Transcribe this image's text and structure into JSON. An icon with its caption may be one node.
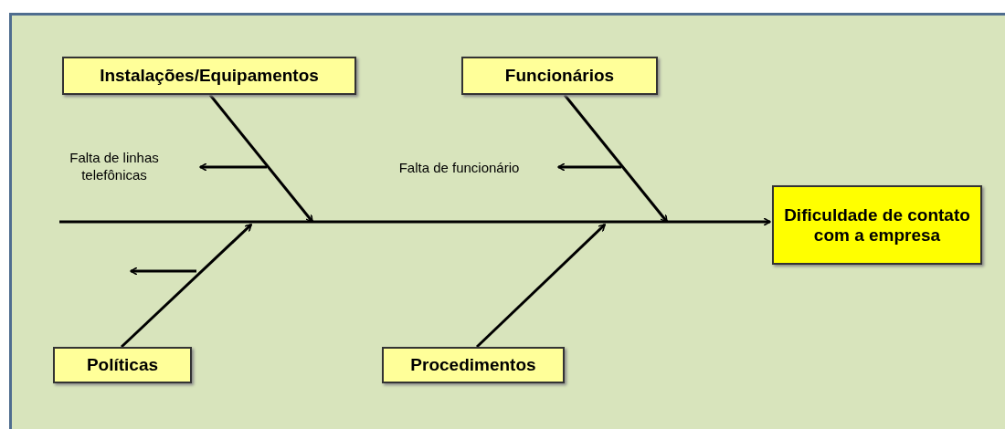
{
  "diagram": {
    "nodes": [
      {
        "text": [
          "Instalações/Equipamentos"
        ]
      },
      {
        "text": [
          "Funcionários"
        ]
      },
      {
        "text": [
          "Dificuldade de contato com a empresa"
        ]
      },
      {
        "text": [
          "Políticas"
        ]
      },
      {
        "text": [
          "Procedimentos"
        ]
      },
      {
        "text": [
          "Falta de linhas telefônicas"
        ]
      },
      {
        "text": [
          "Falta de funcionário"
        ]
      }
    ],
    "edges": [
      {
        "from": null,
        "to": 2,
        "arrow": "to"
      },
      {
        "from": 0,
        "to": null,
        "arrow": "to"
      },
      {
        "from": 1,
        "to": null,
        "arrow": "to"
      },
      {
        "from": 3,
        "to": null,
        "arrow": "to"
      },
      {
        "from": 4,
        "to": null,
        "arrow": "to"
      },
      {
        "from": null,
        "to": 5,
        "arrow": "to"
      },
      {
        "from": null,
        "to": 6,
        "arrow": "to"
      }
    ]
  }
}
